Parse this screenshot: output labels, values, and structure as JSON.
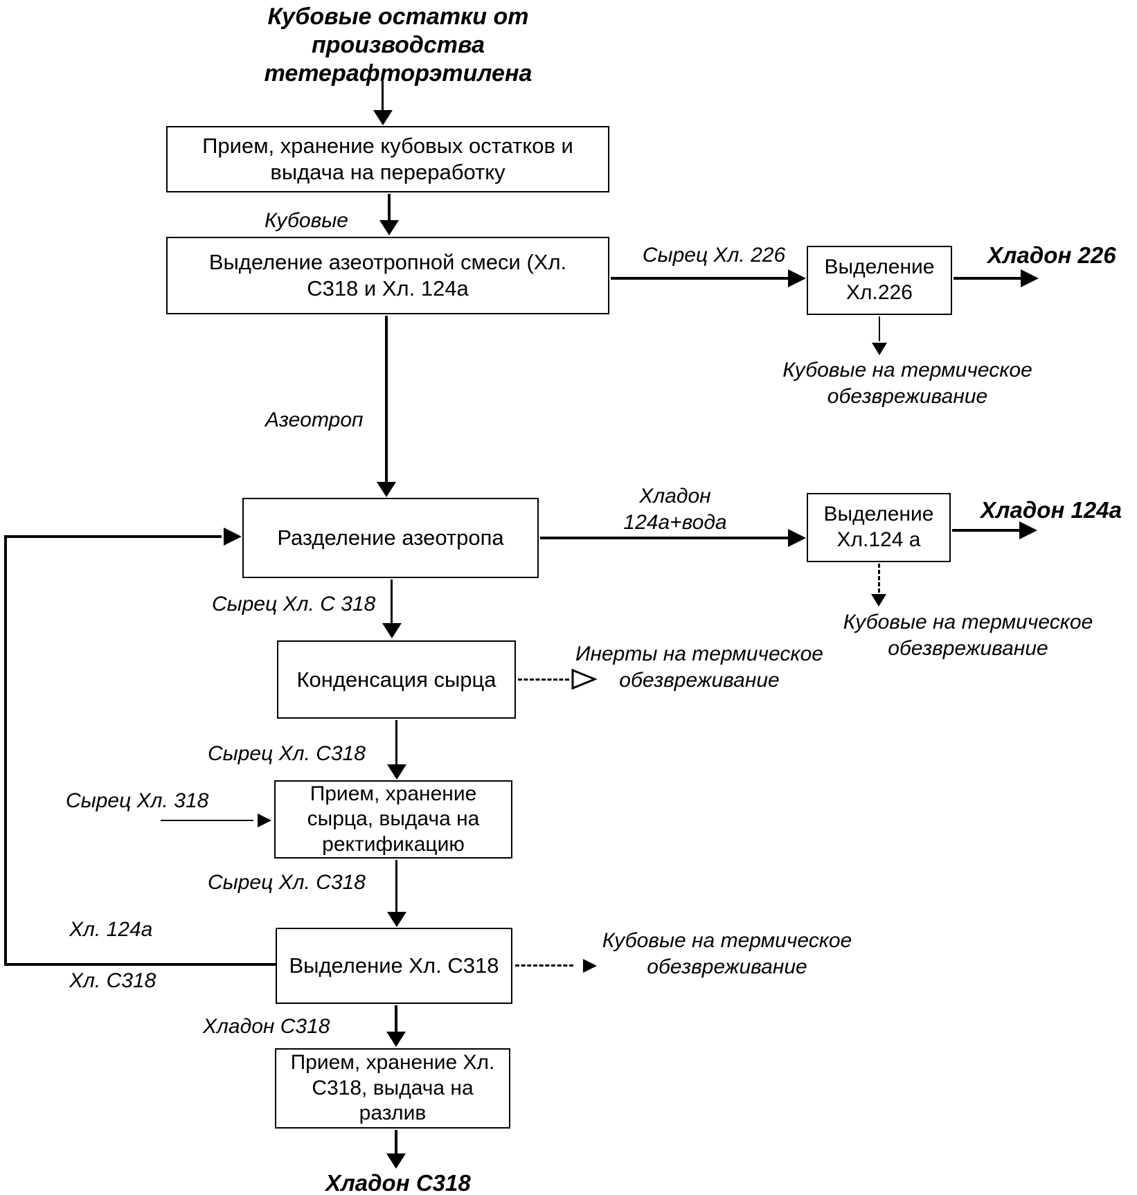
{
  "diagram": {
    "source_label": "Кубовые остатки от\nпроизводства\nтетерафторэтилена",
    "boxes": {
      "receive_residues": "Прием, хранение кубовых остатков и\nвыдача на переработку",
      "azeotrope_extraction": "Выделение азеотропной смеси (Хл.\nС318 и Хл. 124а",
      "hl226_extraction": "Выделение\nХл.226",
      "azeotrope_separation": "Разделение азеотропа",
      "hl124a_extraction": "Выделение\nХл.124 а",
      "raw_condensation": "Конденсация сырца",
      "raw_storage": "Прием, хранение\nсырца, выдача на\nректификацию",
      "hlc318_extraction": "Выделение Хл. С318",
      "hlc318_storage": "Прием, хранение Хл.\nС318, выдача на\nразлив"
    },
    "stream_labels": {
      "kubovye": "Кубовые",
      "syrets_hl_226": "Сырец Хл. 226",
      "azeotrop": "Азеотроп",
      "hladon_124a_voda": "Хладон\n124а+вода",
      "syrets_hl_c_318": "Сырец Хл. С 318",
      "syrets_hl_c318_upper": "Сырец Хл. С318",
      "syrets_hl_318": "Сырец Хл. 318",
      "syrets_hl_c318_lower": "Сырец Хл. С318",
      "hl_124a_recycle": "Хл. 124а",
      "hl_c318_recycle": "Хл. С318",
      "hladon_c318_stream": "Хладон С318"
    },
    "waste_labels": {
      "kubovye_term_226": "Кубовые на термическое\nобезвреживание",
      "kubovye_term_124a": "Кубовые на термическое\nобезвреживание",
      "inerty_term": "Инерты на термическое\nобезвреживание",
      "kubovye_term_c318": "Кубовые на термическое\nобезвреживание"
    },
    "products": {
      "hladon_226": "Хладон 226",
      "hladon_124a": "Хладон 124а",
      "hladon_c318": "Хладон С318"
    },
    "colors": {
      "line": "#000000",
      "background": "#ffffff"
    }
  }
}
